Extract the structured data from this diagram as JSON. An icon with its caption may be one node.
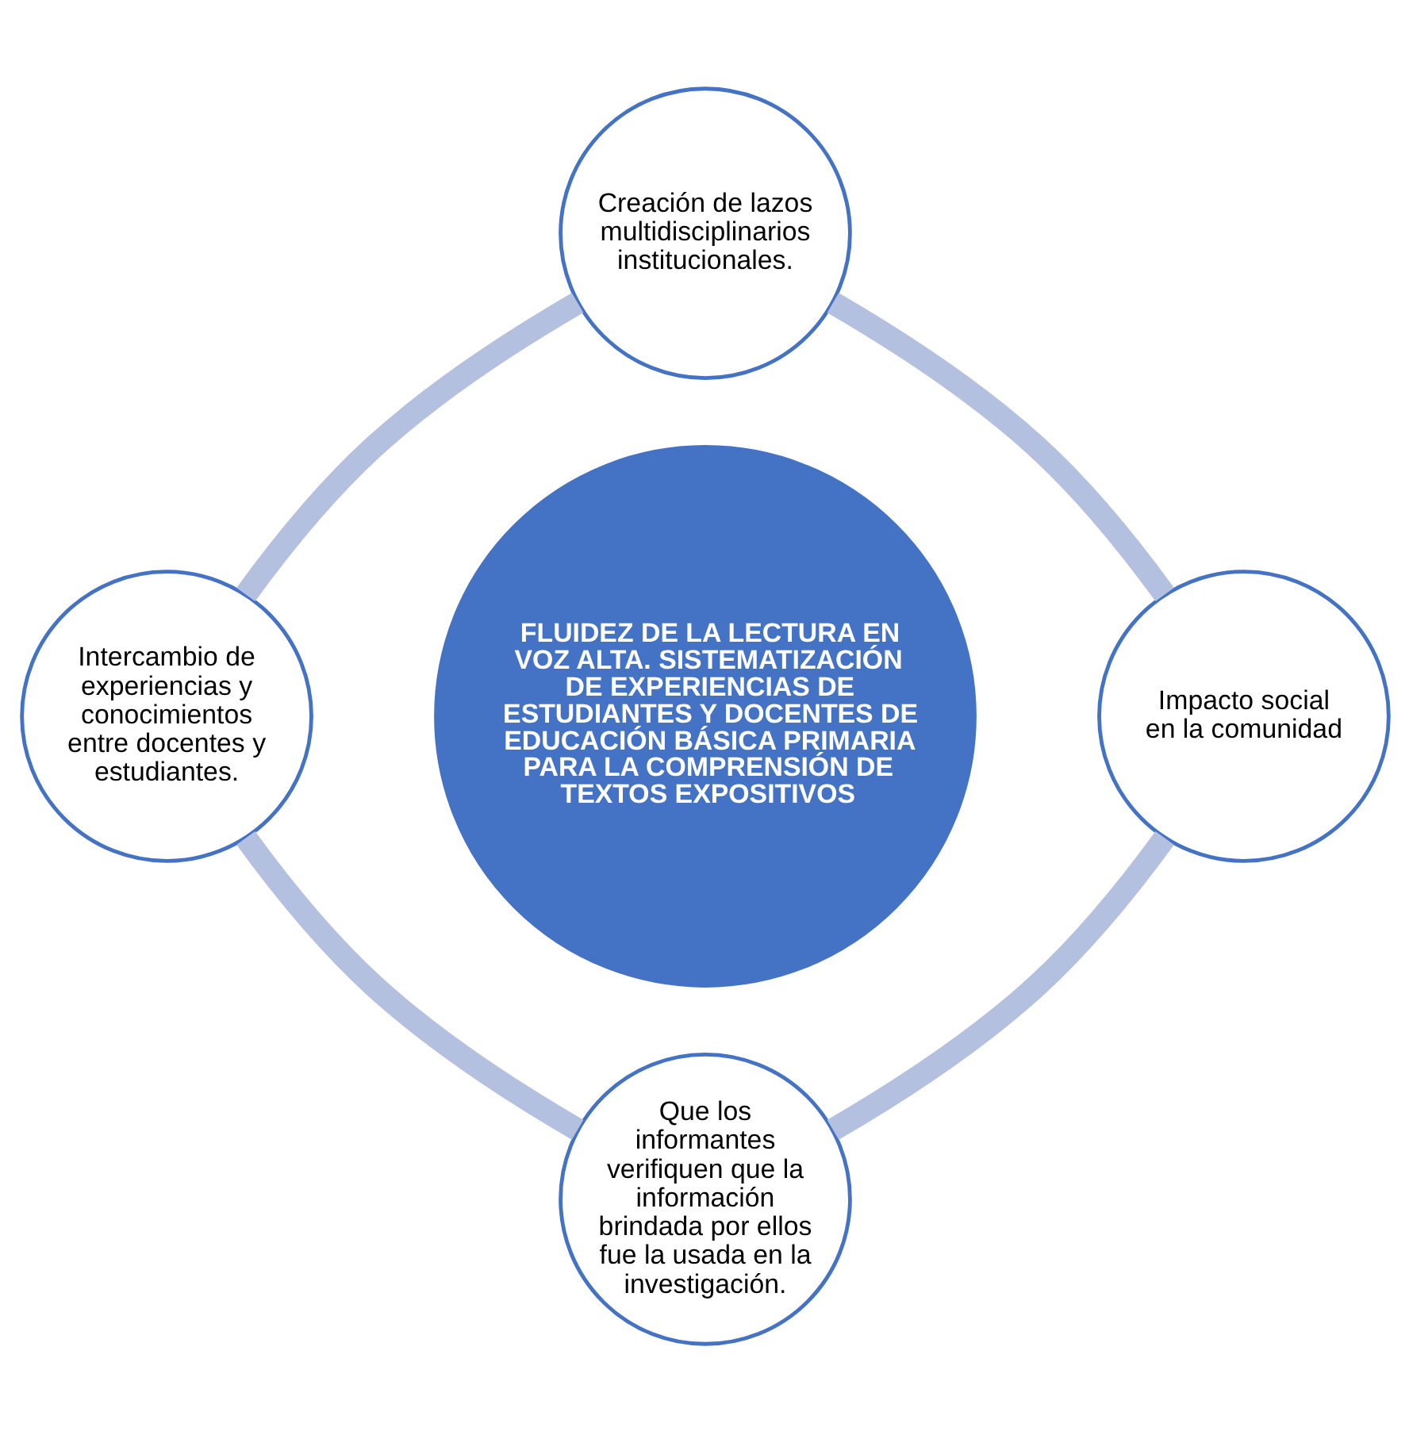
{
  "diagram": {
    "nodes": [
      {
        "text": [
          "Creación de lazos multidisciplinarios institucionales."
        ]
      },
      {
        "text": [
          "Intercambio de experiencias y conocimientos entre docentes y estudiantes."
        ]
      },
      {
        "text": [
          "FLUIDEZ DE LA LECTURA EN VOZ ALTA. SISTEMATIZACIÓN DE EXPERIENCIAS DE ESTUDIANTES Y DOCENTES DE EDUCACIÓN BÁSICA PRIMARIA PARA LA COMPRENSIÓN DE TEXTOS EXPOSITIVOS"
        ]
      },
      {
        "text": [
          "Impacto social en la comunidad"
        ]
      },
      {
        "text": [
          "Que los informantes verifiquen que la información brindada por ellos fue la usada en la investigación."
        ]
      }
    ],
    "edges": [
      {
        "from": 0,
        "to": 3,
        "arrow": "none"
      },
      {
        "from": 3,
        "to": 4,
        "arrow": "none"
      },
      {
        "from": 1,
        "to": 4,
        "arrow": "none"
      },
      {
        "from": 0,
        "to": 1,
        "arrow": "none"
      }
    ]
  }
}
